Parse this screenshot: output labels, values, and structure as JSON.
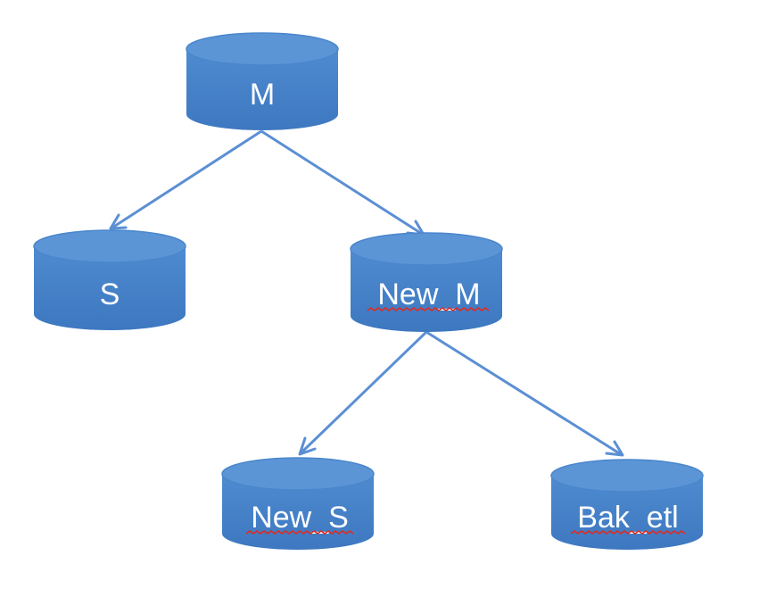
{
  "diagram": {
    "nodes": [
      {
        "id": "m",
        "label": "M",
        "spellcheck": false
      },
      {
        "id": "s",
        "label": "S",
        "spellcheck": false
      },
      {
        "id": "new_m",
        "label": "New_M",
        "spellcheck": true
      },
      {
        "id": "new_s",
        "label": "New_S",
        "spellcheck": true
      },
      {
        "id": "bak_etl",
        "label": "Bak_etl",
        "spellcheck": true
      }
    ],
    "edges": [
      {
        "from": "m",
        "to": "s"
      },
      {
        "from": "m",
        "to": "new_m"
      },
      {
        "from": "new_m",
        "to": "new_s"
      },
      {
        "from": "new_m",
        "to": "bak_etl"
      }
    ]
  },
  "colors": {
    "cylinder_fill": "#4a86cc",
    "cylinder_top": "#5b95d6",
    "cylinder_edge": "#3f78bd",
    "edge_stroke": "#5b8fd4",
    "label_text": "#ffffff",
    "spellcheck_underline": "#e02a1f"
  }
}
